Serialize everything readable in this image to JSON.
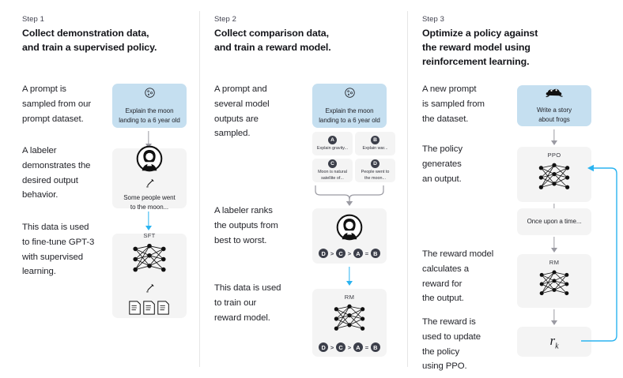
{
  "diagram": {
    "title": "InstructGPT RLHF three-step training diagram",
    "colors": {
      "prompt_box": "#c5dff0",
      "model_box": "#f4f4f4",
      "arrow_gray": "#9a9aa2",
      "arrow_blue": "#2ab3f0",
      "badge": "#3c3f4a",
      "divider": "#e6e6e6",
      "text": "#24252b"
    }
  },
  "columns": [
    {
      "step_label": "Step 1",
      "step_title": "Collect demonstration data,\nand train a supervised policy.",
      "paragraphs": [
        {
          "text": "A prompt is\nsampled from our\nprompt dataset."
        },
        {
          "text": "A labeler\ndemonstrates the\ndesired output\nbehavior."
        },
        {
          "text": "This data is used\nto fine-tune GPT-3\nwith supervised\nlearning."
        }
      ],
      "boxes": [
        {
          "kind": "prompt",
          "icon": "moon-icon",
          "caption": "Explain the moon\nlanding to a 6 year old"
        },
        {
          "kind": "model",
          "icon": "labeler-avatar-icon",
          "sub_icon": "pencil-icon",
          "caption": "Some people went\nto the moon..."
        },
        {
          "kind": "model",
          "title": "SFT",
          "icon": "neural-network-icon",
          "sub_icon": "pencil-icon",
          "caption": ""
        }
      ],
      "arrows": [
        {
          "color": "gray"
        },
        {
          "color": "blue"
        }
      ]
    },
    {
      "step_label": "Step 2",
      "step_title": "Collect comparison data,\nand train a reward model.",
      "paragraphs": [
        {
          "text": "A prompt and\nseveral model\noutputs are\nsampled."
        },
        {
          "text": "A labeler ranks\nthe outputs from\nbest to worst."
        },
        {
          "text": "This data is used\nto train our\nreward model."
        }
      ],
      "boxes": [
        {
          "kind": "prompt",
          "icon": "moon-icon",
          "caption": "Explain the moon\nlanding to a 6 year old"
        },
        {
          "kind": "model",
          "icon": "labeler-avatar-icon",
          "caption": ""
        },
        {
          "kind": "model",
          "title": "RM",
          "icon": "neural-network-icon",
          "caption": ""
        }
      ],
      "options": [
        {
          "letter": "A",
          "text": "Explain gravity..."
        },
        {
          "letter": "B",
          "text": "Explain war..."
        },
        {
          "letter": "C",
          "text": "Moon is natural\nsatellite of..."
        },
        {
          "letter": "D",
          "text": "People went to\nthe moon..."
        }
      ],
      "ranking": [
        {
          "badge": "D"
        },
        {
          "op": ">"
        },
        {
          "badge": "C"
        },
        {
          "op": ">"
        },
        {
          "badge": "A"
        },
        {
          "op": "="
        },
        {
          "badge": "B"
        }
      ],
      "arrows": [
        {
          "color": "gray"
        },
        {
          "color": "blue"
        }
      ]
    },
    {
      "step_label": "Step 3",
      "step_title": "Optimize a policy against\nthe reward model using\nreinforcement learning.",
      "paragraphs": [
        {
          "text": "A new prompt\nis sampled from\nthe dataset."
        },
        {
          "text": "The policy\ngenerates\nan output."
        },
        {
          "text": "The reward model\ncalculates a\nreward for\nthe output."
        },
        {
          "text": "The reward is\nused to update\nthe policy\nusing PPO."
        }
      ],
      "boxes": [
        {
          "kind": "prompt",
          "icon": "frog-icon",
          "caption": "Write a story\nabout frogs"
        },
        {
          "kind": "model",
          "title": "PPO",
          "icon": "neural-network-icon",
          "caption": ""
        },
        {
          "kind": "model",
          "caption": "Once upon a time..."
        },
        {
          "kind": "model",
          "title": "RM",
          "icon": "neural-network-icon",
          "caption": ""
        },
        {
          "kind": "model",
          "caption": "",
          "formula": "r",
          "formula_sub": "k"
        }
      ],
      "arrows": [
        {
          "color": "gray"
        },
        {
          "color": "gray"
        },
        {
          "color": "gray"
        },
        {
          "color": "gray"
        }
      ],
      "feedback_loop": {
        "color": "#2ab3f0",
        "from": "reward-box",
        "to": "ppo-box"
      }
    }
  ]
}
